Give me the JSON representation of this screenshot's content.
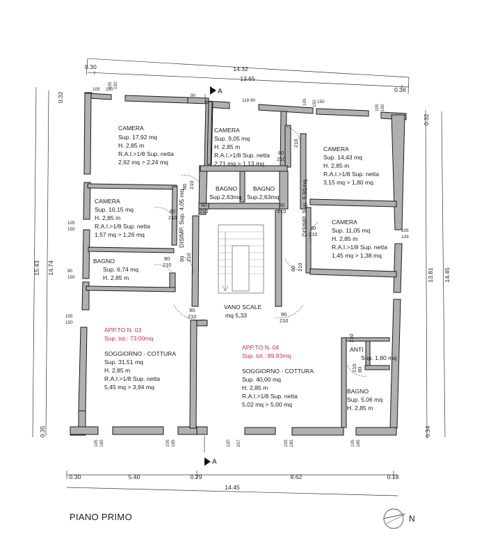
{
  "title": "PIANO PRIMO",
  "north": "N",
  "section_mark": "A",
  "dims": {
    "top_overall": "14.32",
    "top_inner": "13.65",
    "bottom_overall": "14.45",
    "left_overall": "15.43",
    "left_inner": "14.74",
    "right_overall": "14.45",
    "right_inner": "13.81",
    "bottom_left_wall": "0.30",
    "bottom_left_span": "5.40",
    "bottom_mid_wall": "0.29",
    "bottom_right_span": "8.62",
    "bottom_right_wall": "0.18",
    "top_left_wall": "0.30",
    "top_right_wall": "0.36",
    "left_top_wall": "0.32",
    "left_bottom_wall": "0.35",
    "right_top_wall": "0.32",
    "right_bottom_wall": "0.34"
  },
  "window_dims": {
    "top": [
      "105",
      "150",
      "90",
      "118",
      "80",
      "150",
      "105",
      "150",
      "105",
      "150"
    ],
    "bottom": [
      "105",
      "185",
      "105",
      "185",
      "120",
      "267",
      "105",
      "185",
      "105",
      "185"
    ],
    "left": [
      "105",
      "150",
      "90",
      "150",
      "105",
      "150"
    ],
    "right": [
      "105",
      "139"
    ]
  },
  "doors": {
    "w80": "80",
    "w90": "90",
    "h210": "210"
  },
  "rooms": [
    {
      "name": "CAMERA",
      "sup": "Sup. 17,92 mq",
      "h": "H. 2,85 m",
      "rai": "R.A.I.>1/8 Sup. netta",
      "calc": "2,92 mq > 2,24 mq"
    },
    {
      "name": "CAMERA",
      "sup": "Sup. 9,05 mq",
      "h": "H. 2,85 m",
      "rai": "R.A.I.>1/8 Sup. netta",
      "calc": "2,71 mq > 1,13 mq"
    },
    {
      "name": "CAMERA",
      "sup": "Sup. 14,43 mq",
      "h": "H. 2,85 m",
      "rai": "R.A.I.>1/8 Sup. netta",
      "calc": "3,15 mq > 1,80 mq"
    },
    {
      "name": "CAMERA",
      "sup": "Sup. 10,15 mq",
      "h": "H. 2,85 m",
      "rai": "R.A.I.>1/8 Sup. netta",
      "calc": "1,57 mq > 1,26 mq"
    },
    {
      "name": "CAMERA",
      "sup": "Sup. 11,05 mq",
      "h": "H. 2,85 m",
      "rai": "R.A.I.>1/8 Sup. netta",
      "calc": "1,45 mq > 1,38 mq"
    },
    {
      "name": "BAGNO",
      "sup": "Sup. 6,74 mq",
      "h": "H. 2,85 m"
    },
    {
      "name": "SOGGIORNO - COTTURA",
      "sup": "Sup. 31,51 mq",
      "h": "H. 2,85 m",
      "rai": "R.A.I.>1/8 Sup. netta",
      "calc": "5,45 mq > 3,94 mq"
    },
    {
      "name": "SOGGIORNO - COTTURA",
      "sup": "Sup. 40,00 mq",
      "h": "H. 2,85 m",
      "rai": "R.A.I.>1/8 Sup. netta",
      "calc": "5,02 mq > 5,00 mq"
    },
    {
      "name": "BAGNO",
      "sup": "Sup. 5,06 mq",
      "h": "H. 2,85 m"
    },
    {
      "name": "ANTI",
      "sup": "Sup. 1,80 mq"
    }
  ],
  "small_rooms": [
    {
      "name": "BAGNO",
      "sup": "Sup.2,63mq"
    },
    {
      "name": "BAGNO",
      "sup": "Sup.2,63mq"
    }
  ],
  "disimp": [
    {
      "text": "DISIMP. Sup. 4,05 mq"
    },
    {
      "text": "DISIMP. Sup. 5,91mq"
    }
  ],
  "stair": {
    "name": "VANO SCALE",
    "sup": "mq 5,33"
  },
  "apartments": [
    {
      "name": "APP.TO N. 03",
      "sup": "Sup. tot.: 73,00mq"
    },
    {
      "name": "APP.TO N. 04",
      "sup": "Sup. tot.: 89,93mq"
    }
  ],
  "colors": {
    "apartment_label": "#c8285a",
    "wall_fill": "#b0b0b0",
    "ink": "#1a1a1a"
  }
}
